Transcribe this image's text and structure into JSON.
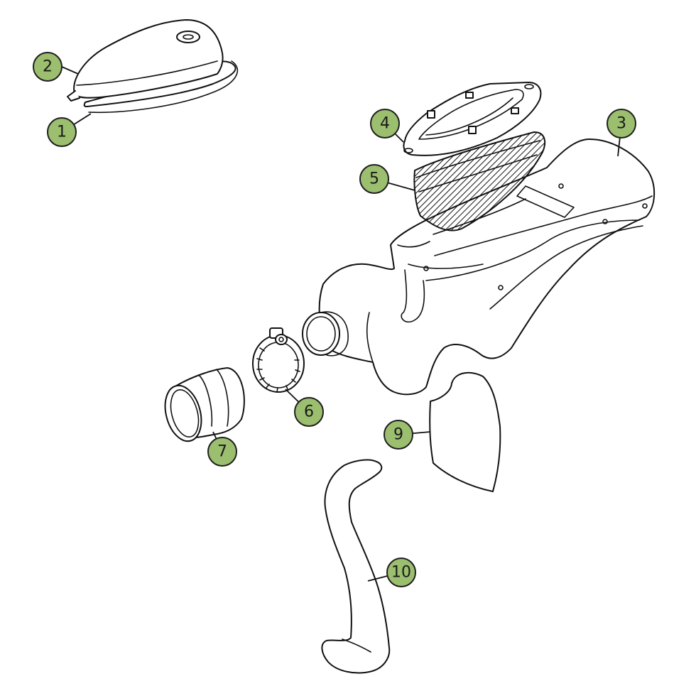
{
  "colors": {
    "callout_fill": "#9bbf6e",
    "callout_stroke": "#1f1f1f",
    "line": "#111111",
    "background": "#ffffff"
  },
  "callouts": [
    {
      "label": "1",
      "part": "lid-seal"
    },
    {
      "label": "2",
      "part": "cover-lid"
    },
    {
      "label": "3",
      "part": "airbox-housing"
    },
    {
      "label": "4",
      "part": "filter-frame"
    },
    {
      "label": "5",
      "part": "air-filter-element"
    },
    {
      "label": "6",
      "part": "hose-clamp"
    },
    {
      "label": "7",
      "part": "intake-boot"
    },
    {
      "label": "9",
      "part": "side-plate"
    },
    {
      "label": "10",
      "part": "drain-hose"
    }
  ]
}
